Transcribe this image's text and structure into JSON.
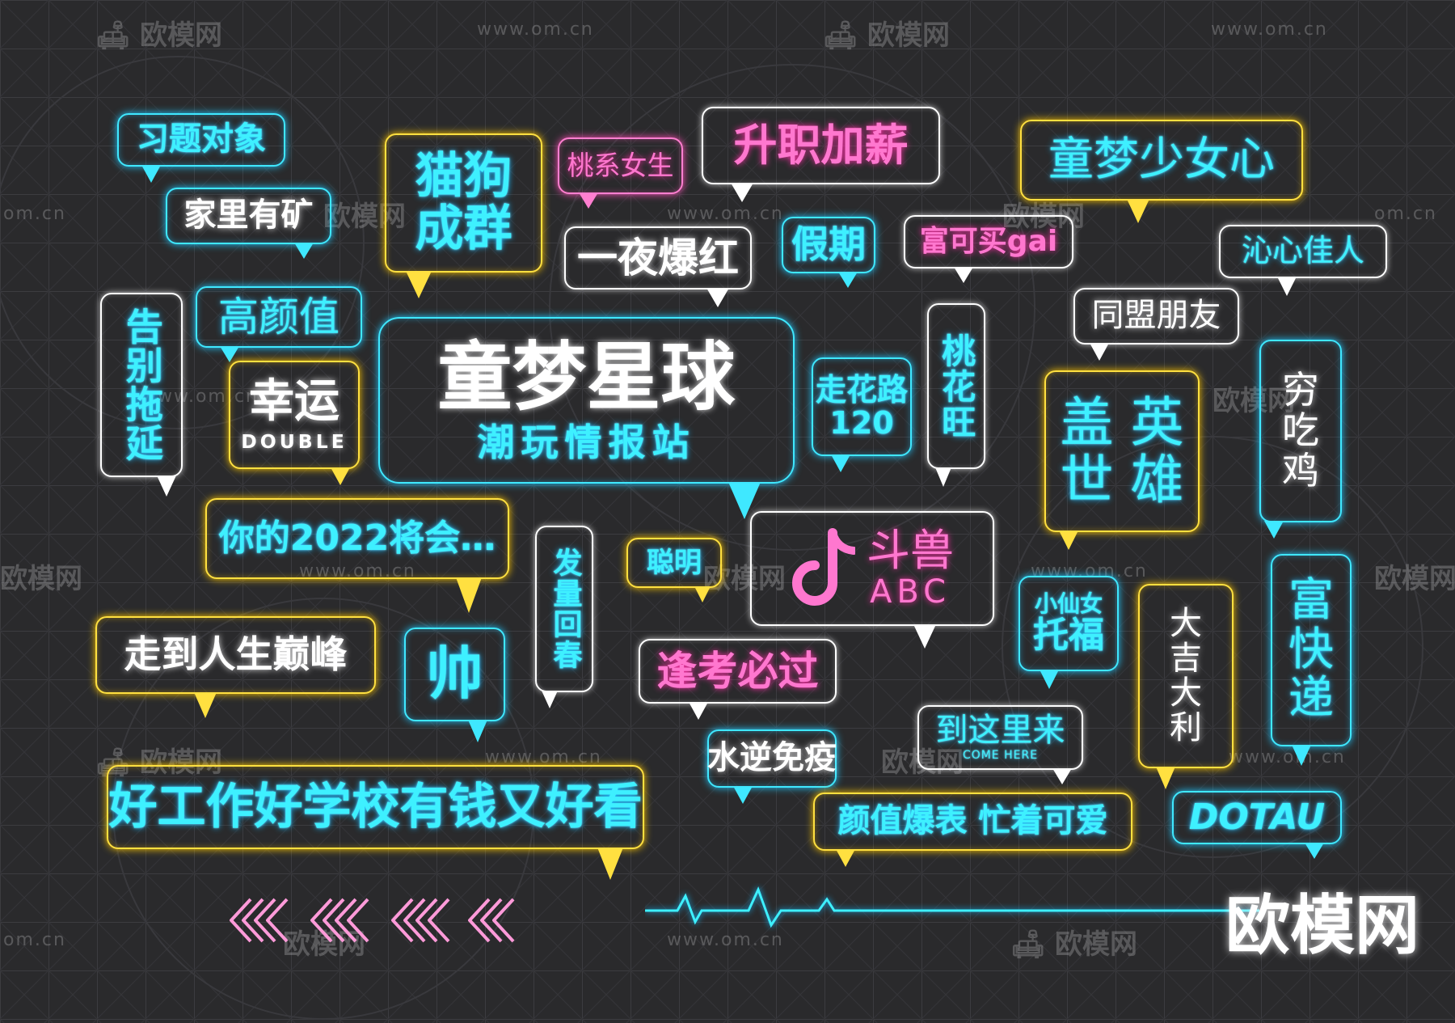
{
  "colors": {
    "background": "#2a2a2c",
    "neon_cyan": "#3ef0ff",
    "neon_yellow": "#ffe040",
    "neon_pink": "#ff77cf",
    "neon_white": "#ffffff"
  },
  "watermark": {
    "brand": "欧模网",
    "url": "www.om.cn",
    "url_short": "om.cn",
    "logo_icon": "sofa-icon"
  },
  "center": {
    "title": "童梦星球",
    "subtitle": "潮玩情报站"
  },
  "labels": {
    "xiti": "习题对象",
    "jiali": "家里有矿",
    "maogou_1": "猫狗",
    "maogou_2": "成群",
    "taoxi": "桃系女生",
    "shengzhi": "升职加薪",
    "tongmeng": "童梦少女心",
    "yiye": "一夜爆红",
    "jiaqi": "假期",
    "fuke": "富可买gai",
    "qinxin": "沁心佳人",
    "gaobie": "告别拖延",
    "gaoyan": "高颜值",
    "tongmeng_friends": "同盟朋友",
    "xingyun": "幸运",
    "double": "DOUBLE",
    "zouhualu_1": "走花路",
    "zouhualu_2": "120",
    "taohua": "桃花旺",
    "gaishi_1": "盖 英",
    "gaishi_2": "世 雄",
    "qiong_1": "穷",
    "qiong_2": "吃",
    "qiong_3": "鸡",
    "nide": "你的2022将会…",
    "fangliang": "发量回春",
    "congming": "聪明",
    "doushou": "斗兽",
    "abc": "ABC",
    "fu_1": "富",
    "fu_2": "快",
    "fu_3": "递",
    "xiaoxian_1": "小仙女",
    "xiaoxian_2": "托福",
    "daji_1": "大",
    "daji_2": "吉",
    "daji_3": "大",
    "daji_4": "利",
    "zoudao": "走到人生巅峰",
    "shuai": "帅",
    "fengkao": "逢考必过",
    "daozheli": "到这里来",
    "come_here": "COME HERE",
    "shuini": "水逆免疫",
    "haogongzuo": "好工作好学校有钱又好看",
    "yanzhi": "颜值爆表 忙着可爱",
    "dotau": "DOTAU"
  },
  "footer": {
    "brand": "欧模网",
    "chevrons_icon": "triple-chevron-left-icon"
  }
}
